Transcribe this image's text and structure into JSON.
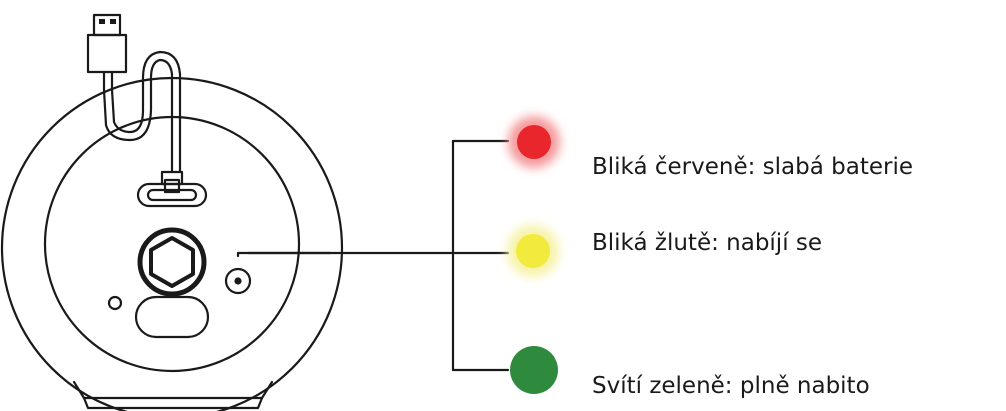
{
  "indicators": [
    {
      "state": "red",
      "color": "#e8262b",
      "glow": "#f59a9c",
      "label": "Bliká červeně: slabá baterie"
    },
    {
      "state": "yellow",
      "color": "#f2ea3c",
      "glow": "#f7f3a8",
      "label": "Bliká žlutě: nabíjí se"
    },
    {
      "state": "green",
      "color": "#2e8b3e",
      "glow": null,
      "label": "Svítí zeleně: plně nabito"
    }
  ],
  "colors": {
    "line": "#1a1a1a"
  }
}
